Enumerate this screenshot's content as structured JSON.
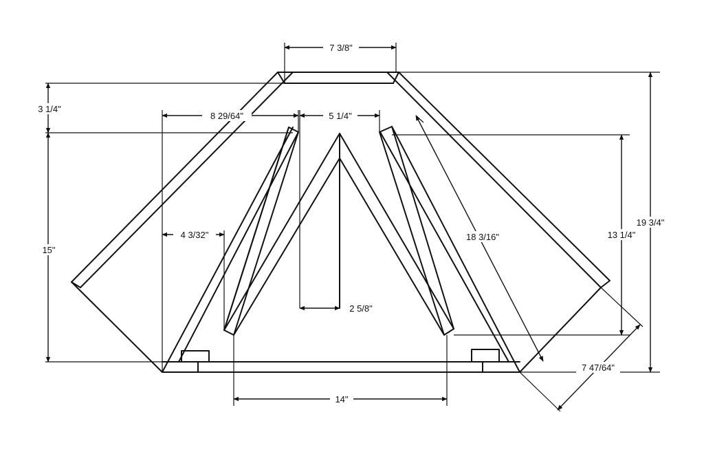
{
  "dimensions": {
    "top_width": "7 3/8\"",
    "top_offset": "3 1/4\"",
    "left_inner_width": "8 29/64\"",
    "center_gap": "5 1/4\"",
    "left_slot": "4 3/32\"",
    "overall_height_left": "15\"",
    "diagonal": "18 3/16\"",
    "right_height": "13 1/4\"",
    "overall_height": "19 3/4\"",
    "center_half": "2 5/8\"",
    "bottom_width": "14\"",
    "right_diagonal": "7 47/64\""
  }
}
